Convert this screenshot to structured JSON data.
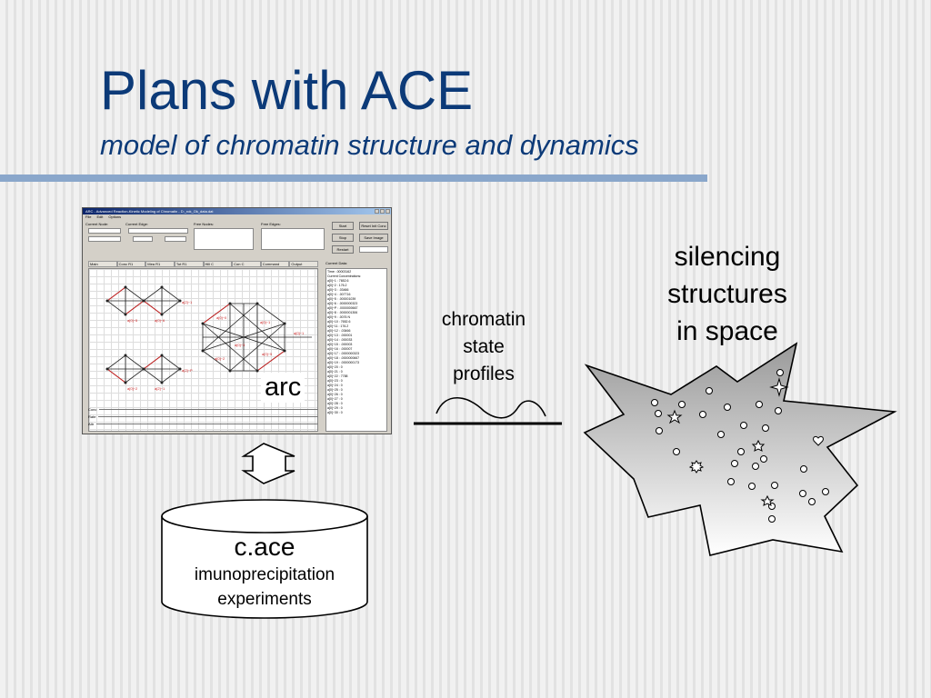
{
  "slide": {
    "title": "Plans with ACE",
    "subtitle": "model of chromatin structure and dynamics"
  },
  "window": {
    "title": "ARC - Advanced Reaction-Kinetic Modeling of Chromatin - D:_rok_Ok_data.dat",
    "menu": [
      "File",
      "Edit",
      "Options"
    ],
    "current_node_label": "Current Node:",
    "current_edge_label": "Current Edge:",
    "free_nodes_label": "Free Nodes:",
    "free_edges_label": "Free Edges:",
    "buttons": {
      "start": "Start",
      "reset_init_conc": "Reset Init Conc",
      "stop": "Stop",
      "save_image": "Save Image",
      "restart": "Restart"
    },
    "tabs": [
      "Main",
      "Conc R1",
      "Mea R1",
      "Tot R1",
      "Hill C",
      "Con C",
      "Command",
      "Output"
    ],
    "current_data_label": "Current Data:",
    "time_value": "Time: .00003162",
    "current_conc_label": "Current Concentrations:",
    "conc_lines": [
      "a[0]~1 : 7652.6",
      "a[0]~2 : 176.2",
      "a[0]~3 : .03466",
      "a[0]~4 : .007716",
      "a[0]~5 : .000001039",
      "a[0]~6 : .0000000323",
      "a[0]~P : .0000000667",
      "a[0]~8 : .0000001306",
      "a[0]~9 : .0076 N",
      "a[0]~10 : 7652.6",
      "a[0]~11 : 176.2",
      "a[0]~12 : .03466",
      "a[0]~13 : .000001",
      "a[0]~14 : .000033",
      "a[0]~15 : .000003",
      "a[0]~16 : .000007",
      "a[0]~17 : .0000000323",
      "a[0]~18 : .0000000667",
      "a[0]~19 : .0000000173",
      "a[0]~20 : 0",
      "a[0]~21 : 0",
      "a[0]~22 : 7788",
      "a[0]~23 : 0",
      "a[0]~24 : 0",
      "a[0]~25 : 0",
      "a[0]~26 : 0",
      "a[0]~27 : 0",
      "a[0]~28 : 0",
      "a[0]~29 : 0",
      "a[0]~30 : 0"
    ],
    "slider_labels": [
      "Conc",
      "Rate",
      "Attr"
    ]
  },
  "labels": {
    "arc": "arc",
    "chromatin_profiles": [
      "chromatin",
      "state",
      "profiles"
    ],
    "silencing": [
      "silencing",
      "structures",
      "in space"
    ],
    "cace_title": "c.ace",
    "cace_line1": "imunoprecipitation",
    "cace_line2": "experiments"
  },
  "colors": {
    "title": "#0c3a78",
    "rule": "#8aa7cb",
    "titlebar": "#0a246a",
    "graph_edge": "#cc2222"
  }
}
